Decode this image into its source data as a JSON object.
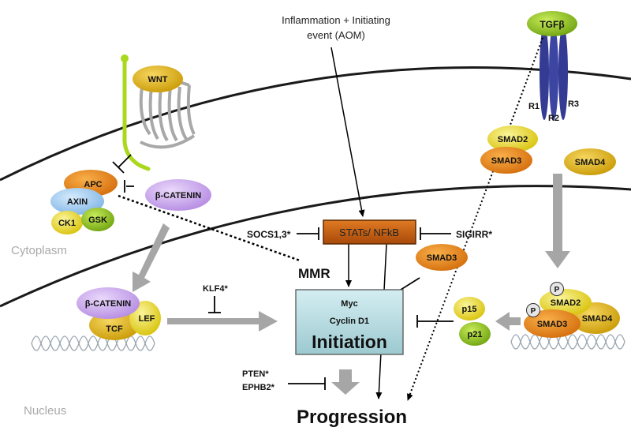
{
  "annotations": {
    "event_line1": "Inflammation + Initiating",
    "event_line2": "event (AOM)",
    "cytoplasm": "Cytoplasm",
    "nucleus": "Nucleus",
    "mmr": "MMR",
    "socs": "SOCS1,3*",
    "sigirr": "SIGIRR*",
    "klf4": "KLF4*",
    "pten": "PTEN*",
    "ephb2": "EPHB2*",
    "progression": "Progression"
  },
  "wnt_pathway": {
    "wnt": "WNT",
    "apc": "APC",
    "axin": "AXIN",
    "ck1": "CK1",
    "gsk": "GSK",
    "beta_catenin": "β-CATENIN",
    "nuclear_beta_catenin": "β-CATENIN",
    "tcf": "TCF",
    "lef": "LEF"
  },
  "tgf_pathway": {
    "tgfb": "TGFβ",
    "r1": "R1",
    "r2": "R2",
    "r3": "R3",
    "smad2": "SMAD2",
    "smad3": "SMAD3",
    "smad4": "SMAD4",
    "smad3_mid": "SMAD3",
    "n_smad2": "SMAD2",
    "n_smad3": "SMAD3",
    "n_smad4": "SMAD4",
    "p_label": "P",
    "p15": "p15",
    "p21": "p21"
  },
  "central": {
    "stats": "STATs/ NFkB",
    "myc": "Myc",
    "cyclin": "Cyclin D1",
    "initiation": "Initiation"
  },
  "colors": {
    "orange_box": "#c9651a",
    "initiation_box": "#b6dbe0",
    "yellow": "#e8d312",
    "orange": "#e88a14",
    "purple": "#c6a3e8",
    "light_blue": "#9cc7ee",
    "green": "#8cbf1a",
    "receptor": "#343b93"
  }
}
